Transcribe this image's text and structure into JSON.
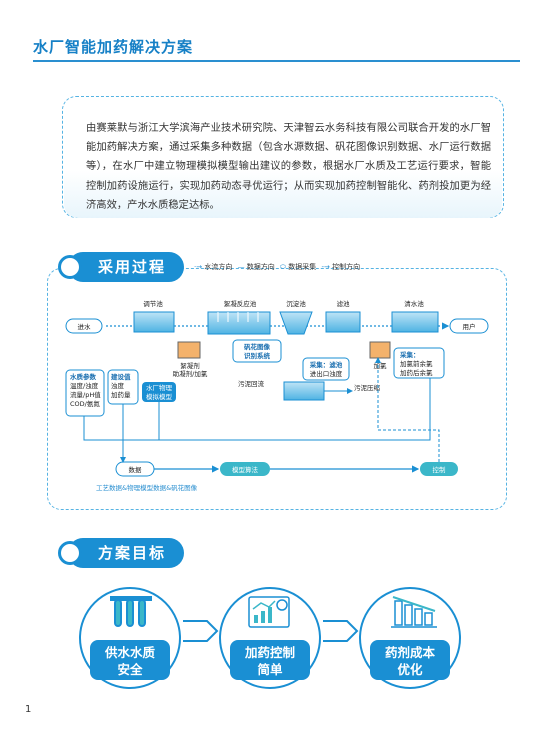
{
  "header": {
    "title": "水厂智能加药解决方案"
  },
  "intro": {
    "text": "由赛莱默与浙江大学滨海产业技术研究院、天津智云水务科技有限公司联合开发的水厂智能加药解决方案，通过采集多种数据（包含水源数据、矾花图像识别数据、水厂运行数据等），在水厂中建立物理模拟模型输出建议的参数，根据水厂水质及工艺运行要求，智能控制加药设施运行，实现加药动态寻优运行；从而实现加药控制智能化、药剂投加更为经济高效，产水水质稳定达标。"
  },
  "process": {
    "heading": "采用过程",
    "legend": [
      "水流方向",
      "数据方向",
      "数据采集",
      "控制方向"
    ],
    "nodes": {
      "inlet": "进水",
      "regulating": "调节池",
      "coag": "絮凝反应池",
      "sed": "沉淀池",
      "filter": "滤池",
      "clear": "清水池",
      "user": "用户",
      "dose1a": "絮凝剂",
      "dose1b": "助凝剂/加氯",
      "alum_a": "矾花图像",
      "alum_b": "识别系统",
      "sample_a": "采集：滤池",
      "sample_b": "进出口浊度",
      "chlor": "加氯",
      "sample2_a": "采集：",
      "sample2_b": "加氯前余氯",
      "sample2_c": "加药后余氯",
      "sludge": "污泥回流",
      "sludge2": "污泥压缩",
      "water_params": [
        "水质参数",
        "温度/浊度",
        "流量/pH值",
        "COD/氨氮"
      ],
      "dosing_instr": [
        "建设值",
        "浊度",
        "加药量"
      ],
      "phys_model": [
        "水厂物理",
        "模拟模型"
      ],
      "data": "数据",
      "model_algo": "模型算法",
      "control": "控制",
      "footnote": "工艺数据&物理模型数据&矾花图像"
    }
  },
  "goals": {
    "heading": "方案目标",
    "items": [
      {
        "label_1": "供水水质",
        "label_2": "安全",
        "icon": "test-tubes-icon"
      },
      {
        "label_1": "加药控制",
        "label_2": "简单",
        "icon": "dashboard-gear-icon"
      },
      {
        "label_1": "药剂成本",
        "label_2": "优化",
        "icon": "cost-down-chart-icon"
      }
    ]
  },
  "footer": {
    "page_number": "1"
  },
  "colors": {
    "primary": "#1a8fd3",
    "dark": "#1680c6",
    "light": "#e8f5fc",
    "teal": "#3bb7c9"
  }
}
